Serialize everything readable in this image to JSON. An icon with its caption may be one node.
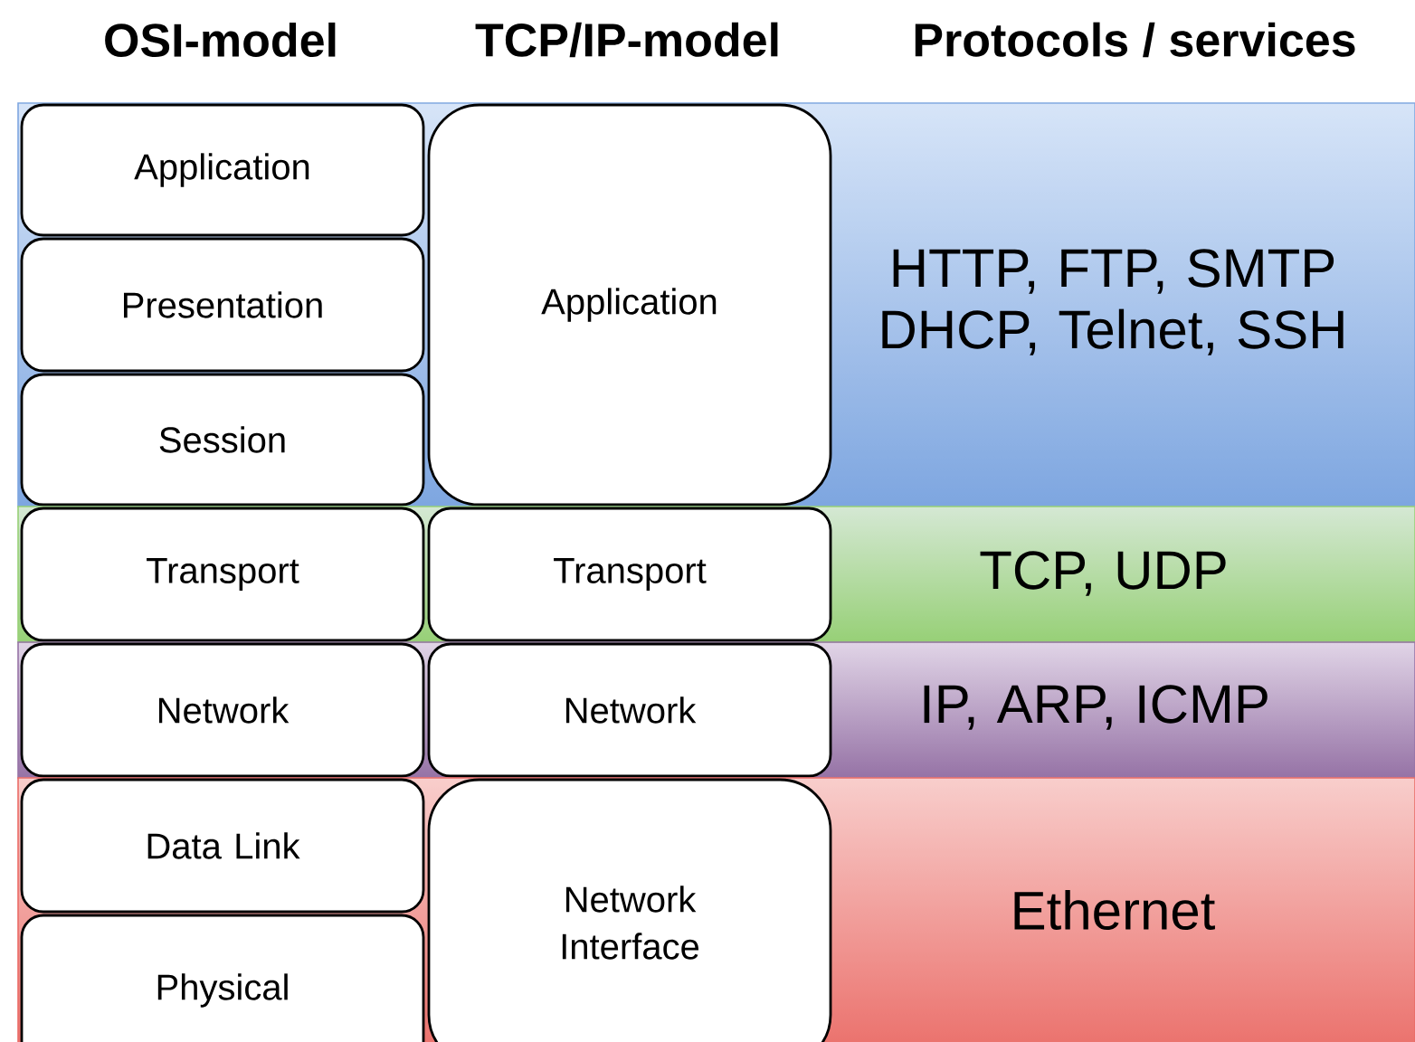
{
  "diagram": {
    "nodes": [
      {
        "text": [
          "HTTP, FTP, SMTP DHCP, Telnet, SSH"
        ]
      },
      {
        "text": [
          "Application"
        ],
        "in": 0
      },
      {
        "text": [
          "Presentation"
        ],
        "in": 0
      },
      {
        "text": [
          "Session"
        ],
        "in": 0
      },
      {
        "text": [
          "Application"
        ],
        "in": 0
      },
      {
        "text": [
          "TCP, UDP"
        ]
      },
      {
        "text": [
          "Transport"
        ],
        "in": 5
      },
      {
        "text": [
          "Transport"
        ],
        "in": 5
      },
      {
        "text": [
          "IP, ARP, ICMP"
        ]
      },
      {
        "text": [
          "Network"
        ],
        "in": 8
      },
      {
        "text": [
          "Network"
        ],
        "in": 8
      },
      {
        "text": [
          "Ethernet"
        ]
      },
      {
        "text": [
          "Data Link"
        ],
        "in": 11
      },
      {
        "text": [
          "Physical"
        ],
        "in": 11
      },
      {
        "text": [
          "Network Interface"
        ],
        "in": 11
      }
    ],
    "labels": [
      "OSI-model",
      "TCP/IP-model",
      "Protocols / services"
    ]
  }
}
